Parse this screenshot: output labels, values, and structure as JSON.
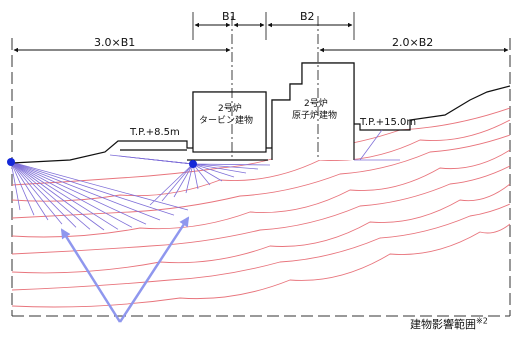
{
  "dimensions": {
    "b1": "B1",
    "b2": "B2",
    "three_b1": "3.0×B1",
    "two_b2": "2.0×B2"
  },
  "buildings": {
    "turbine": {
      "line1": "2号炉",
      "line2": "タービン建物"
    },
    "reactor": {
      "line1": "2号炉",
      "line2": "原子炉建物"
    }
  },
  "elevations": {
    "tp_low": "T.P.+8.5m",
    "tp_high": "T.P.+15.0m"
  },
  "caption": {
    "text": "建物影響範囲",
    "note": "※2"
  },
  "colors": {
    "outline": "#111111",
    "strata": "#e8747c",
    "slip": "#7f6fd8",
    "arrow": "#8f97ee",
    "point": "#1428d8"
  }
}
